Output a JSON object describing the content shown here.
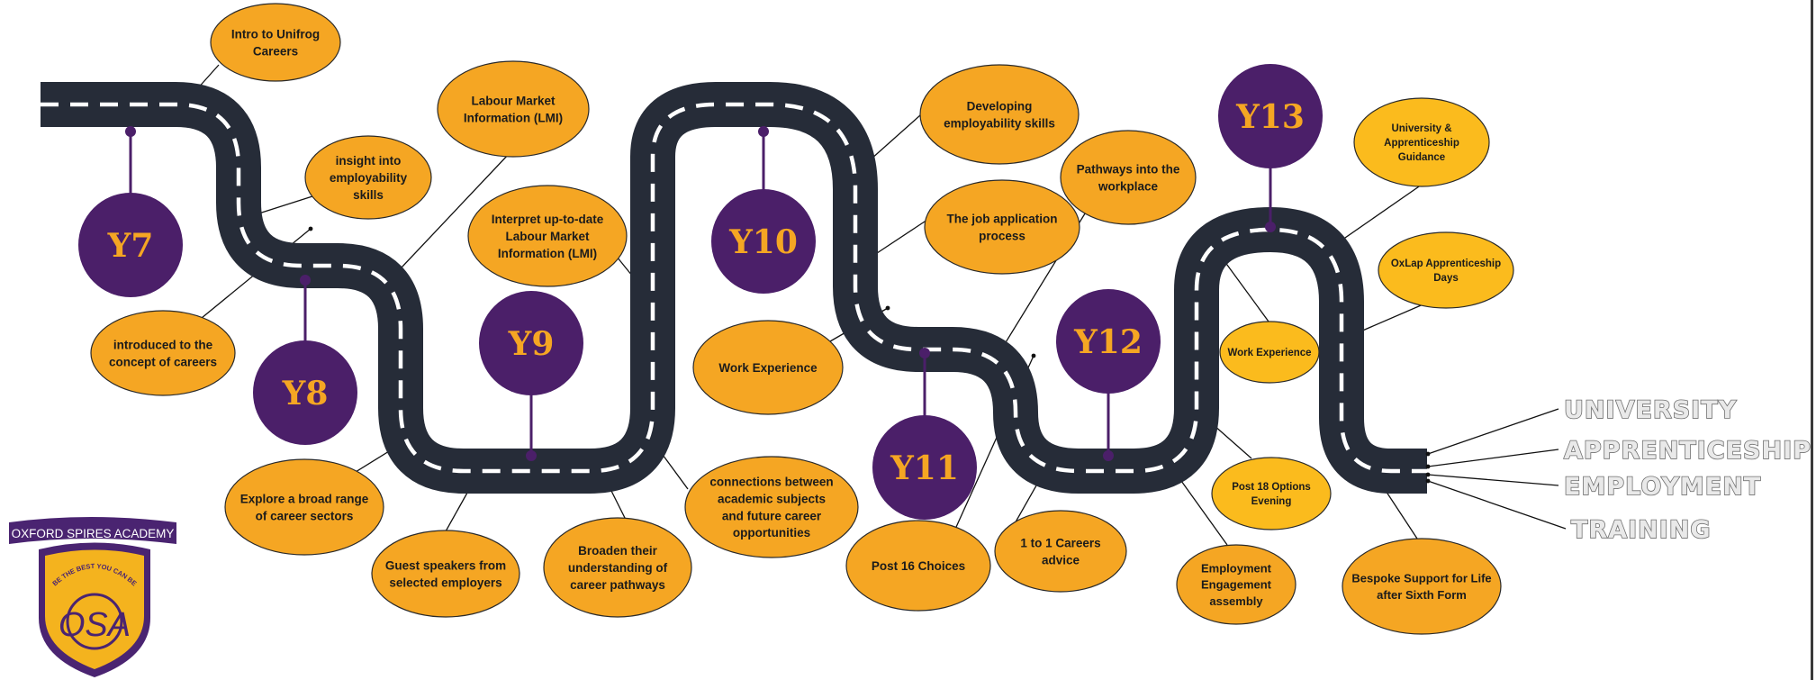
{
  "milestones": [
    {
      "id": "y7",
      "label": "Y7"
    },
    {
      "id": "y8",
      "label": "Y8"
    },
    {
      "id": "y9",
      "label": "Y9"
    },
    {
      "id": "y10",
      "label": "Y10"
    },
    {
      "id": "y11",
      "label": "Y11"
    },
    {
      "id": "y12",
      "label": "Y12"
    },
    {
      "id": "y13",
      "label": "Y13"
    }
  ],
  "activities": [
    {
      "id": "intro-unifrog",
      "lines": [
        "Intro to Unifrog",
        "Careers"
      ]
    },
    {
      "id": "insight-employability",
      "lines": [
        "insight into",
        "employability",
        "skills"
      ]
    },
    {
      "id": "introduced-concept",
      "lines": [
        "introduced to the",
        "concept of careers"
      ]
    },
    {
      "id": "labour-market-info",
      "lines": [
        "Labour Market",
        "Information (LMI)"
      ]
    },
    {
      "id": "interpret-lmi",
      "lines": [
        "Interpret up-to-date",
        "Labour Market",
        "Information (LMI)"
      ]
    },
    {
      "id": "explore-sectors",
      "lines": [
        "Explore a broad range",
        "of career sectors"
      ]
    },
    {
      "id": "guest-speakers",
      "lines": [
        "Guest speakers from",
        "selected employers"
      ]
    },
    {
      "id": "broaden-understanding",
      "lines": [
        "Broaden their",
        "understanding of",
        "career pathways"
      ]
    },
    {
      "id": "connections-subjects",
      "lines": [
        "connections between",
        "academic subjects",
        "and future career",
        "opportunities"
      ]
    },
    {
      "id": "developing-employability",
      "lines": [
        "Developing",
        "employability skills"
      ]
    },
    {
      "id": "job-application",
      "lines": [
        "The job application",
        "process"
      ]
    },
    {
      "id": "work-experience-y10",
      "lines": [
        "Work Experience"
      ]
    },
    {
      "id": "pathways-workplace",
      "lines": [
        "Pathways into the",
        "workplace"
      ]
    },
    {
      "id": "post16-choices",
      "lines": [
        "Post 16 Choices"
      ]
    },
    {
      "id": "one-to-one-advice",
      "lines": [
        "1 to 1 Careers",
        "advice"
      ]
    },
    {
      "id": "work-experience-y13",
      "lines": [
        "Work Experience"
      ]
    },
    {
      "id": "post18-evening",
      "lines": [
        "Post 18 Options",
        "Evening"
      ]
    },
    {
      "id": "employment-engagement",
      "lines": [
        "Employment",
        "Engagement",
        "assembly"
      ]
    },
    {
      "id": "uni-apprenticeship-guidance",
      "lines": [
        "University &",
        "Apprenticeship",
        "Guidance"
      ]
    },
    {
      "id": "oxlap-days",
      "lines": [
        "OxLap Apprenticeship",
        "Days"
      ]
    },
    {
      "id": "bespoke-support",
      "lines": [
        "Bespoke Support for Life",
        "after Sixth Form"
      ]
    }
  ],
  "destinations": [
    "UNIVERSITY",
    "APPRENTICESHIP",
    "EMPLOYMENT",
    "TRAINING"
  ],
  "logo": {
    "name": "OXFORD SPIRES ACADEMY",
    "motto": "BE THE BEST YOU CAN BE",
    "initials": "OSA"
  },
  "colors": {
    "road": "#262c38",
    "lane": "#ffffff",
    "bubble": "#f5a623",
    "bubble_light": "#fbbb1d",
    "milestone": "#4b1f69",
    "milestone_text": "#f5a623",
    "logo_purple": "#4a2471",
    "logo_gold": "#f4b31e"
  }
}
